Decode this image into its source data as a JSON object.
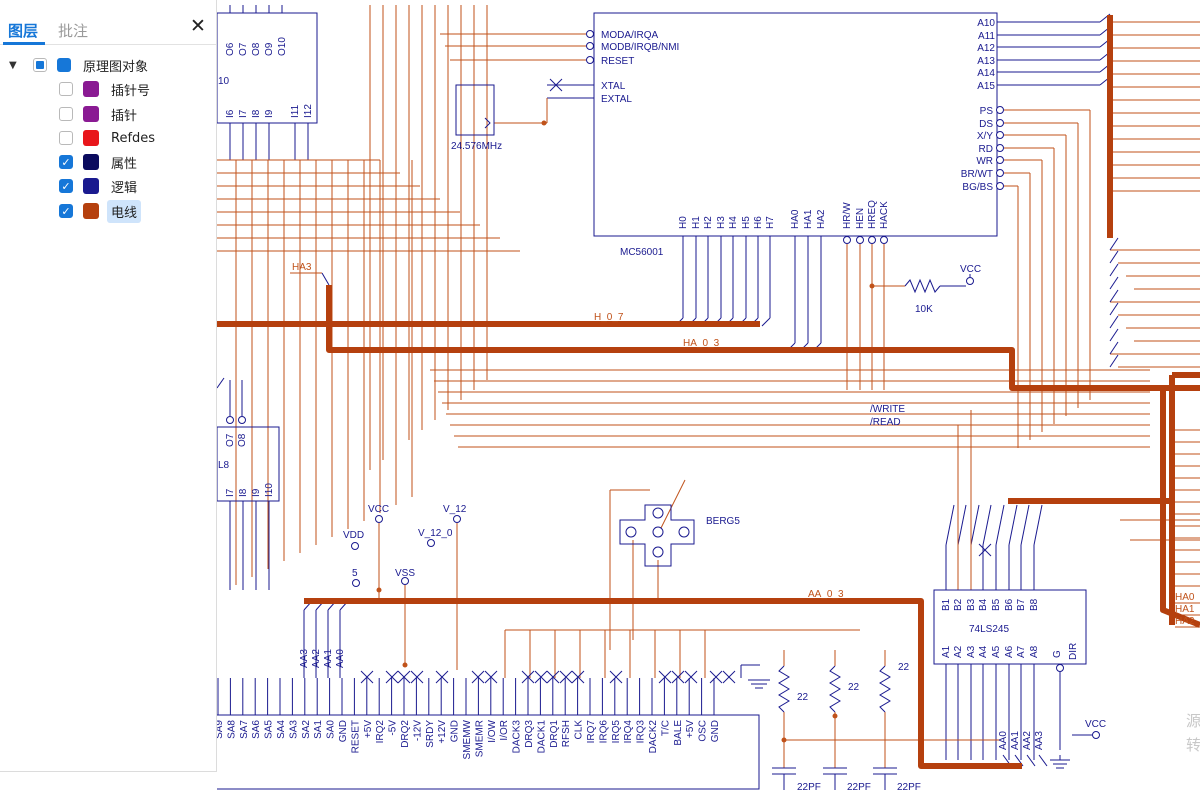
{
  "panel": {
    "tabs": [
      {
        "label": "图层",
        "active": true
      },
      {
        "label": "批注",
        "active": false
      }
    ],
    "close_icon": "close-icon",
    "tree": {
      "root": {
        "label": "原理图对象",
        "checked": "partial",
        "swatch": "#1677d8",
        "expanded": true
      },
      "children": [
        {
          "label": "插针号",
          "checked": false,
          "swatch": "#8a1a93"
        },
        {
          "label": "插针",
          "checked": false,
          "swatch": "#8a1a93"
        },
        {
          "label": "Refdes",
          "checked": false,
          "swatch": "#e8161b"
        },
        {
          "label": "属性",
          "checked": true,
          "swatch": "#0b0b5e"
        },
        {
          "label": "逻辑",
          "checked": true,
          "swatch": "#1a1a8f"
        },
        {
          "label": "电线",
          "checked": true,
          "swatch": "#b5400e",
          "selected": true
        }
      ]
    }
  },
  "schematic": {
    "colors": {
      "logic": "#1a1a8f",
      "wire": "#c0521a",
      "bus": "#b5400e"
    },
    "mc56001": {
      "refdes": "MC56001",
      "left_pins": [
        "MODA/IRQA",
        "MODB/IRQB/NMI",
        "RESET",
        "XTAL",
        "EXTAL"
      ],
      "bottom_h": [
        "H0",
        "H1",
        "H2",
        "H3",
        "H4",
        "H5",
        "H6",
        "H7"
      ],
      "bottom_ha": [
        "HA0",
        "HA1",
        "HA2"
      ],
      "bottom_ctl": [
        "HR/W",
        "HEN",
        "HREQ",
        "HACK"
      ],
      "right_a": [
        "A10",
        "A11",
        "A12",
        "A13",
        "A14",
        "A15"
      ],
      "right_ctl": [
        "PS",
        "DS",
        "X/Y",
        "RD",
        "WR",
        "BR/WT",
        "BG/BS"
      ]
    },
    "osc_label": "24.576MHz",
    "res_10k": "10K",
    "vcc": "VCC",
    "net_labels": {
      "ha3": "HA3",
      "h0_7": "H_0_7",
      "ha0_3": "HA_0_3",
      "aa0_3": "AA_0_3",
      "write": "/WRITE",
      "read": "/READ"
    },
    "top_ic_pins": [
      "O6",
      "O7",
      "O8",
      "O9",
      "O10"
    ],
    "top_ic_ref": "10",
    "top_ic_in": [
      "I6",
      "I7",
      "I8",
      "I9",
      "I11",
      "I12"
    ],
    "mid_ic_pins": [
      "O7",
      "O8"
    ],
    "mid_ic_ref": "L8",
    "mid_ic_in": [
      "I7",
      "I8",
      "I9",
      "I10"
    ],
    "berg": "BERG5",
    "power": {
      "vcc": "VCC",
      "vdd": "VDD",
      "v12": "V_12",
      "v12_0": "V_12_0",
      "v5": "5",
      "vss": "VSS"
    },
    "chip_74ls245": {
      "ref": "74LS245",
      "b_pins": [
        "B1",
        "B2",
        "B3",
        "B4",
        "B5",
        "B6",
        "B7",
        "B8"
      ],
      "a_pins": [
        "A1",
        "A2",
        "A3",
        "A4",
        "A5",
        "A6",
        "A7",
        "A8"
      ],
      "g": "G",
      "dir": "DIR"
    },
    "aa_labels": [
      "AA0",
      "AA1",
      "AA2",
      "AA3"
    ],
    "aa_labels_left": [
      "AA3",
      "AA2",
      "AA1",
      "AA0"
    ],
    "ha_right": [
      "HA0",
      "HA1",
      "HA2"
    ],
    "isa_pins": [
      "SA9",
      "SA8",
      "SA7",
      "SA6",
      "SA5",
      "SA4",
      "SA3",
      "SA2",
      "SA1",
      "SA0",
      "GND",
      "RESET",
      "+5V",
      "IRQ2",
      "-5V",
      "DRQ2",
      "-12V",
      "SRDY",
      "+12V",
      "GND",
      "SMEMW",
      "SMEMR",
      "I/OW",
      "I/OR",
      "DACK3",
      "DRQ3",
      "DACK1",
      "DRQ1",
      "RFSH",
      "CLK",
      "IRQ7",
      "IRQ6",
      "IRQ5",
      "IRQ4",
      "IRQ3",
      "DACK2",
      "T/C",
      "BALE",
      "+5V",
      "OSC",
      "GND"
    ],
    "res22": [
      "22",
      "22",
      "22"
    ],
    "cap22pf": [
      "22PF",
      "22PF",
      "22PF"
    ],
    "side_text": [
      "源",
      "转"
    ]
  }
}
